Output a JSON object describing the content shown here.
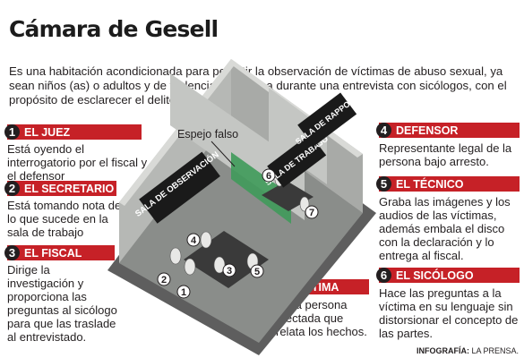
{
  "title": "Cámara de Gesell",
  "intro": "Es una habitación acondicionada para permitir la observación de  víctimas de abuso sexual, ya sean niños (as) o adultos y de violencia doméstica durante una entrevista con sicólogos, con el propósito de esclarecer el delito.",
  "roles": [
    {
      "num": "1",
      "label": "EL JUEZ",
      "desc": "Está oyendo el interrogatorio por el fiscal y el defensor"
    },
    {
      "num": "2",
      "label": "EL SECRETARIO",
      "desc": "Está tomando nota de lo que sucede en la sala de trabajo"
    },
    {
      "num": "3",
      "label": "EL FISCAL",
      "desc": "Dirige la investigación y proporciona las preguntas al sicólogo para que las traslade al entrevistado."
    },
    {
      "num": "4",
      "label": "DEFENSOR",
      "desc": "Representante legal de la persona bajo arresto."
    },
    {
      "num": "5",
      "label": "EL TÉCNICO",
      "desc": "Graba las imágenes y los audios de las víctimas, además embala el disco con la declaración y lo entrega al fiscal."
    },
    {
      "num": "6",
      "label": "EL SICÓLOGO",
      "desc": "Hace las preguntas a la víctima en su lenguaje sin distorsionar el concepto de las partes."
    },
    {
      "num": "7",
      "label": "VÍCTIMA",
      "desc": "Es la persona afectada que relata los hechos."
    }
  ],
  "diagram": {
    "mirror_label": "Espejo falso",
    "room_observacion": "SALA DE OBSERVACIÓN",
    "room_trabajo": "SALA DE TRABAJO",
    "room_rapport": "SALA DE RAPPORT"
  },
  "credit": {
    "bold": "INFOGRAFÍA:",
    "rest": " LA PRENSA."
  }
}
